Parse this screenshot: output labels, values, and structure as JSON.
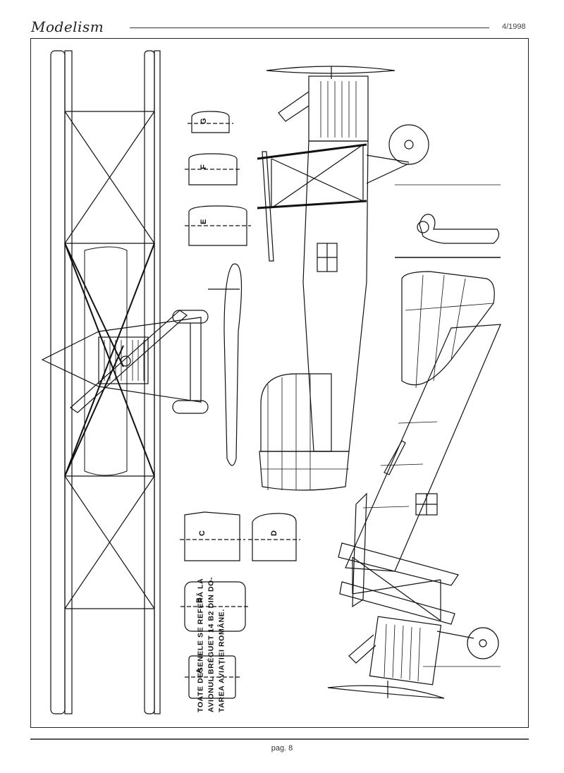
{
  "header": {
    "magazine_title": "Modelism",
    "issue": "4/1998"
  },
  "note": {
    "line1": "TOATE DESENELE SE REFERĂ LA",
    "line2": "AVIONUL BRÉGUET 14 B2 DIN DO-",
    "line3": "TAREA AVIAȚIEI ROMÂNE."
  },
  "labels": {
    "section_a": "A",
    "section_b": "B",
    "section_c": "C",
    "section_d": "D",
    "section_e": "E",
    "section_f": "F",
    "section_g": "G"
  },
  "footer": {
    "page": "pag. 8"
  }
}
